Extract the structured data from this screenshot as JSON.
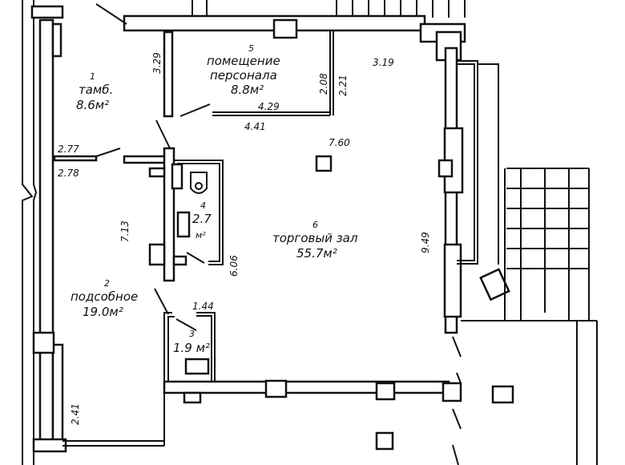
{
  "rooms": [
    {
      "number": "1",
      "name": "тамб.",
      "area": "8.6м²"
    },
    {
      "number": "5",
      "name": "помещение",
      "name2": "персонала",
      "area": "8.8м²"
    },
    {
      "number": "4",
      "area": "2.7",
      "unit": "м²"
    },
    {
      "number": "6",
      "name": "торговый зал",
      "area": "55.7м²"
    },
    {
      "number": "2",
      "name": "подсобное",
      "area": "19.0м²"
    },
    {
      "number": "3",
      "area": "1.9 м²"
    }
  ],
  "dimensions": {
    "d329": "3.29",
    "d208": "2.08",
    "d221": "2.21",
    "d319": "3.19",
    "d429": "4.29",
    "d441": "4.41",
    "d760": "7.60",
    "d277": "2.77",
    "d278": "2.78",
    "d713": "7.13",
    "d606": "6.06",
    "d949": "9.49",
    "d144": "1.44",
    "d241": "2.41"
  }
}
